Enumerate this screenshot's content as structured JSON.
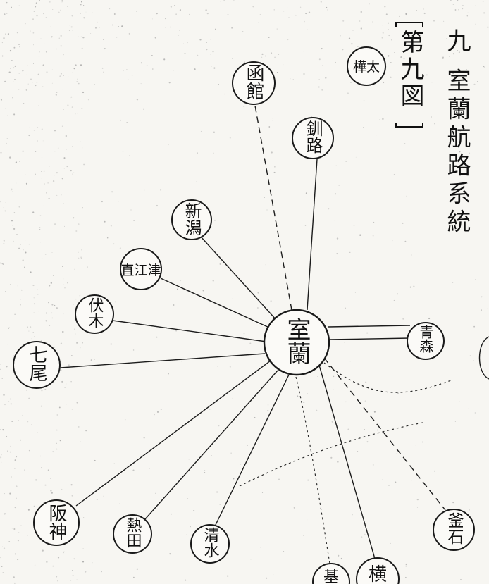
{
  "title": "九 室蘭航路系統",
  "figure_label": "第九図",
  "hub": {
    "label": "室蘭"
  },
  "nodes": [
    {
      "id": "hakodate",
      "label": "函館",
      "route": "dashed"
    },
    {
      "id": "kushiro",
      "label": "釧路",
      "route": "solid"
    },
    {
      "id": "niigata",
      "label": "新潟",
      "route": "solid"
    },
    {
      "id": "naoetsu",
      "label": "直江津",
      "route": "solid"
    },
    {
      "id": "fushiki",
      "label": "伏木",
      "route": "solid"
    },
    {
      "id": "nanao",
      "label": "七尾",
      "route": "solid"
    },
    {
      "id": "hanshin",
      "label": "阪神",
      "route": "solid"
    },
    {
      "id": "atsuta",
      "label": "熱田",
      "route": "solid"
    },
    {
      "id": "shimizu",
      "label": "清水",
      "route": "solid"
    },
    {
      "id": "yokohama",
      "label": "横",
      "route": "solid"
    },
    {
      "id": "kamaishi",
      "label": "釜石",
      "route": "dashed"
    },
    {
      "id": "aomori",
      "label": "青森",
      "route": "double"
    },
    {
      "id": "karafuto",
      "label": "樺太",
      "route": "none"
    },
    {
      "id": "kiiru",
      "label": "基",
      "route": "dotted"
    }
  ]
}
